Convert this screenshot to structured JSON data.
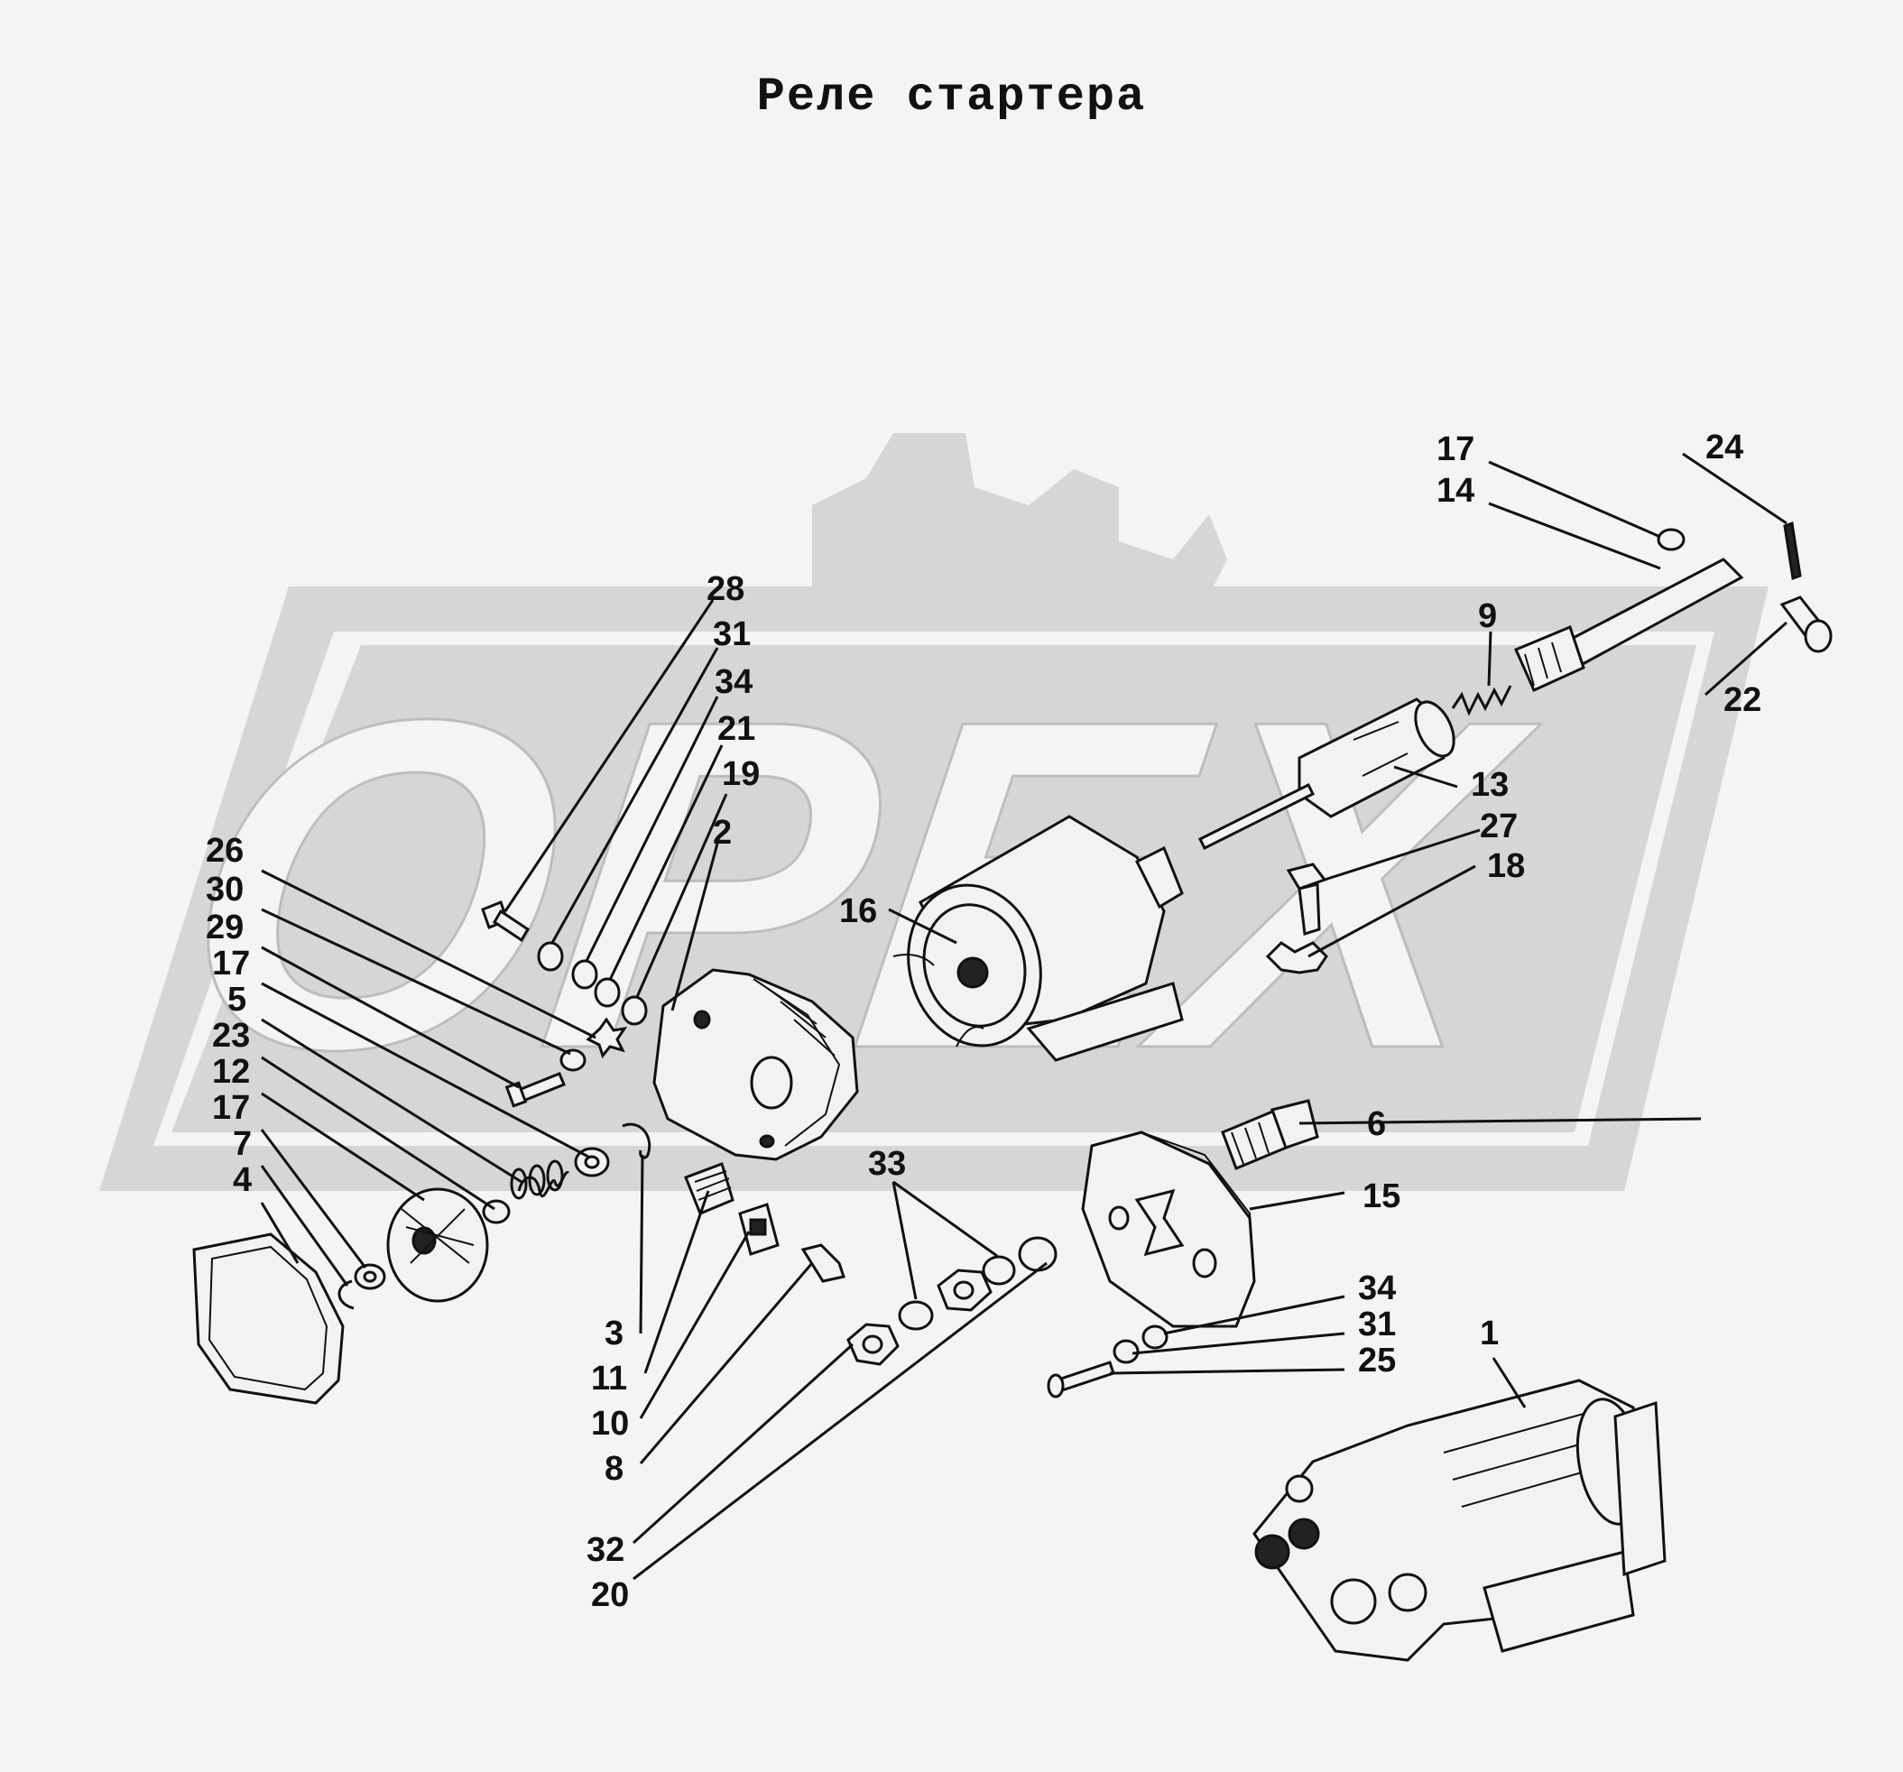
{
  "title": "Реле стартера",
  "watermark": {
    "text": "OPEX",
    "color": "#d4d4d4"
  },
  "callouts": {
    "c28": "28",
    "c31a": "31",
    "c34a": "34",
    "c21": "21",
    "c19": "19",
    "c2": "2",
    "c26": "26",
    "c30": "30",
    "c29": "29",
    "c17a": "17",
    "c5": "5",
    "c23": "23",
    "c12": "12",
    "c17b": "17",
    "c7": "7",
    "c4": "4",
    "c3": "3",
    "c11": "11",
    "c10": "10",
    "c8": "8",
    "c32": "32",
    "c20": "20",
    "c33": "33",
    "c16": "16",
    "c9": "9",
    "c13": "13",
    "c27": "27",
    "c18": "18",
    "c17c": "17",
    "c14": "14",
    "c24": "24",
    "c22": "22",
    "c6": "6",
    "c15": "15",
    "c34b": "34",
    "c31b": "31",
    "c25": "25",
    "c1": "1"
  }
}
